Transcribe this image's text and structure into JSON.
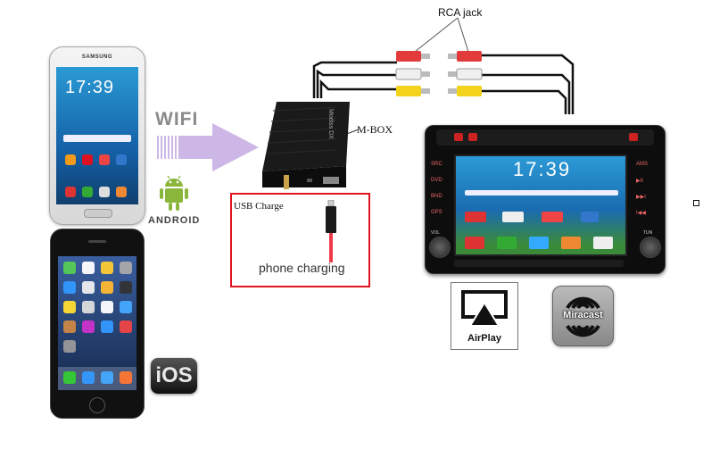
{
  "labels": {
    "rca_jack": "RCA jack",
    "wifi": "WIFI",
    "mbox": "M-BOX",
    "usb_charge": "USB Charge",
    "phone_charging": "phone charging",
    "android_word": "ANDROID",
    "ios_word": "iOS",
    "airplay": "AirPlay",
    "miracast": "Miracast"
  },
  "android_phone": {
    "brand": "SAMSUNG",
    "time": "17:39"
  },
  "car_unit": {
    "time": "17:39",
    "left_buttons": [
      "SRC",
      "DVD",
      "BND",
      "GPS"
    ],
    "right_buttons": [
      "AMS",
      "▶II",
      "▶▶I",
      "I◀◀"
    ],
    "vol": "VOL",
    "tun": "TUN"
  },
  "mbox_brand": "Modiss DX",
  "colors": {
    "usb_box_border": "#e0141e",
    "arrow": "#cdb7e6",
    "rca_red": "#e23b3b",
    "rca_white": "#f0f0f0",
    "rca_yellow": "#f2d21a",
    "android_green": "#8ab63c"
  }
}
